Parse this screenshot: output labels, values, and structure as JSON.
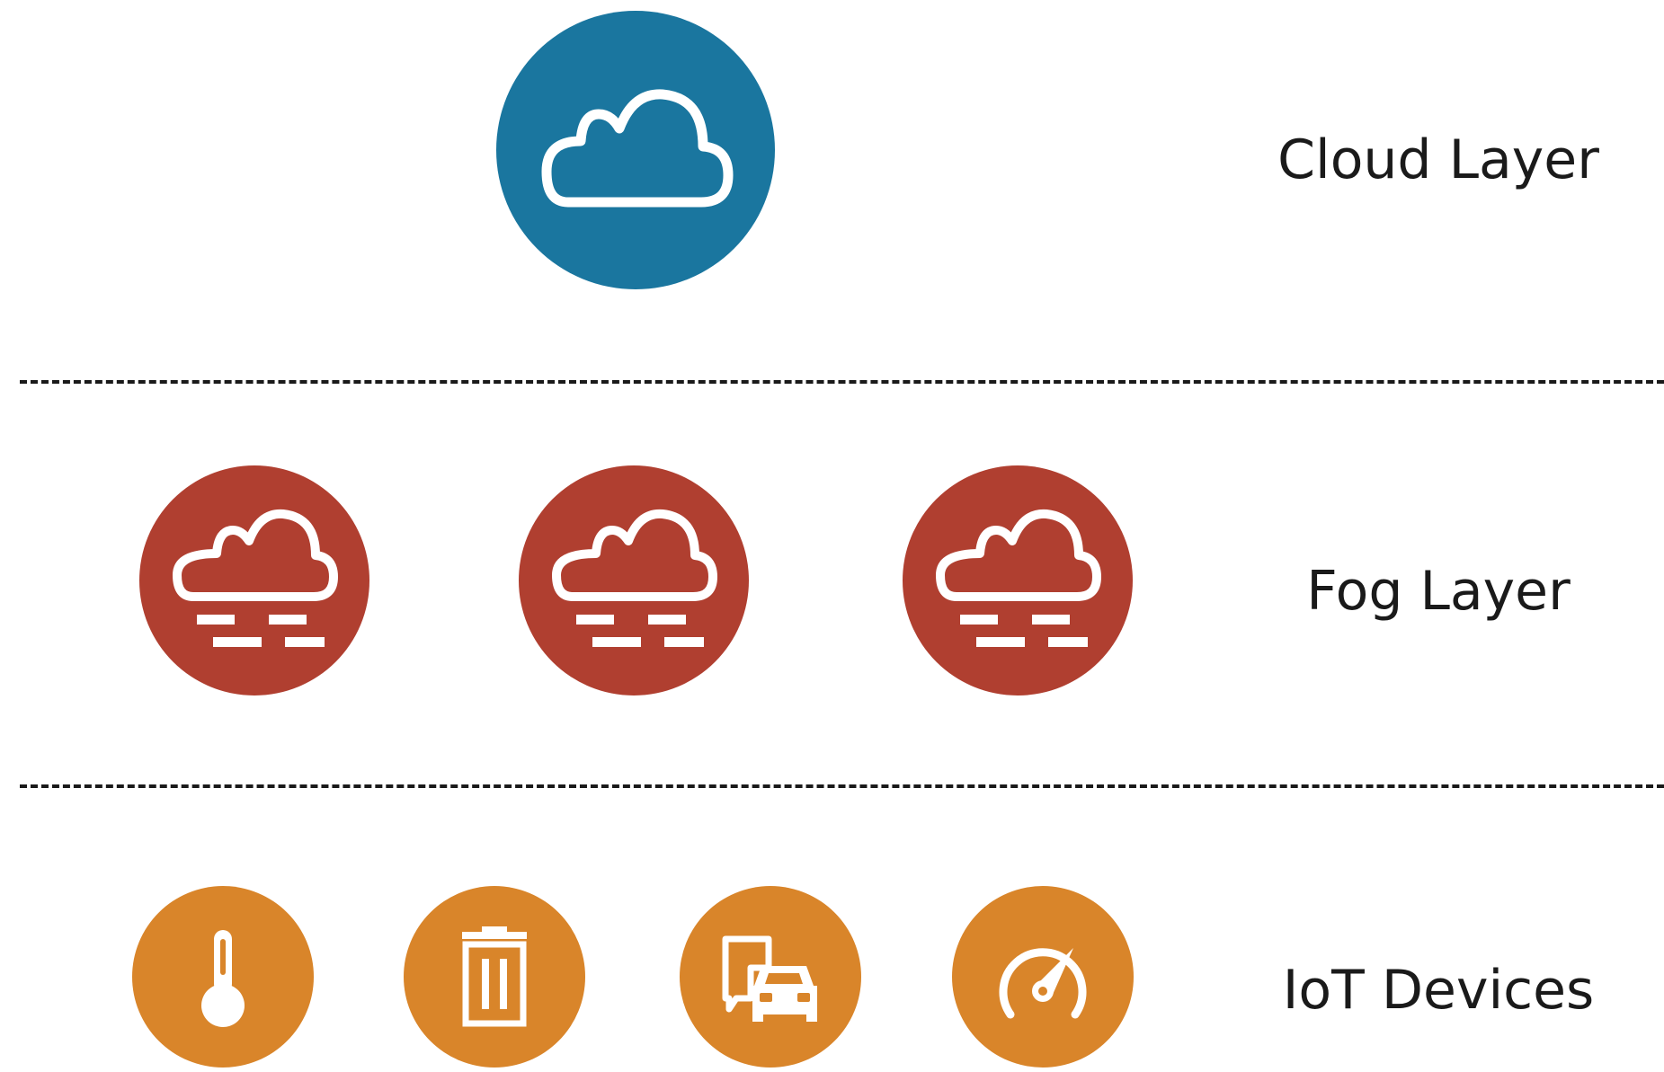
{
  "layers": {
    "cloud": {
      "label": "Cloud Layer",
      "color": "#1a769f",
      "icon": "cloud-icon"
    },
    "fog": {
      "label": "Fog Layer",
      "color": "#b03f30",
      "icon": "fog-icon",
      "node_count": 3
    },
    "iot": {
      "label": "IoT Devices",
      "color": "#d9852a",
      "devices": [
        {
          "icon": "thermometer-icon"
        },
        {
          "icon": "trash-bin-icon"
        },
        {
          "icon": "traffic-icon"
        },
        {
          "icon": "speedometer-icon"
        }
      ]
    }
  },
  "divider_style": "dashed"
}
